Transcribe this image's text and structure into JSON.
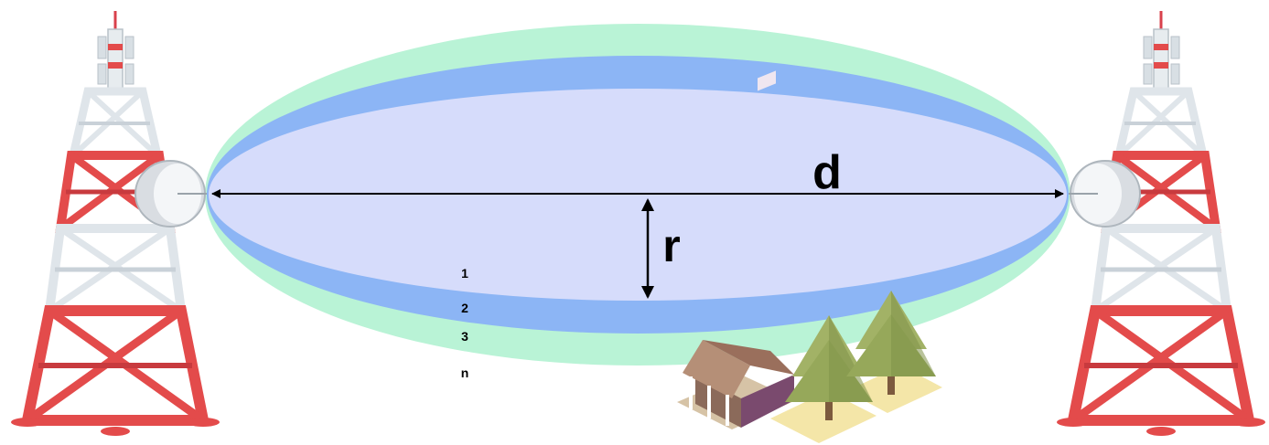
{
  "labels": {
    "distance": "d",
    "radius": "r",
    "zone_1": "1",
    "zone_2": "2",
    "zone_3": "3",
    "zone_n": "n"
  },
  "colors": {
    "zone_inner": "#d6dcfb",
    "zone_middle": "#8cb5f5",
    "zone_outer": "#b9f3d6",
    "tower_red": "#e34b4b",
    "tower_white": "#e7ecef",
    "tree_green": "#96a85a",
    "house_purple": "#7a4a6e"
  },
  "icons": {
    "left_tower": "radio-tower-icon",
    "right_tower": "radio-tower-icon",
    "left_dish": "antenna-dish-icon",
    "right_dish": "antenna-dish-icon",
    "house": "house-icon",
    "trees": "pine-tree-icon"
  }
}
